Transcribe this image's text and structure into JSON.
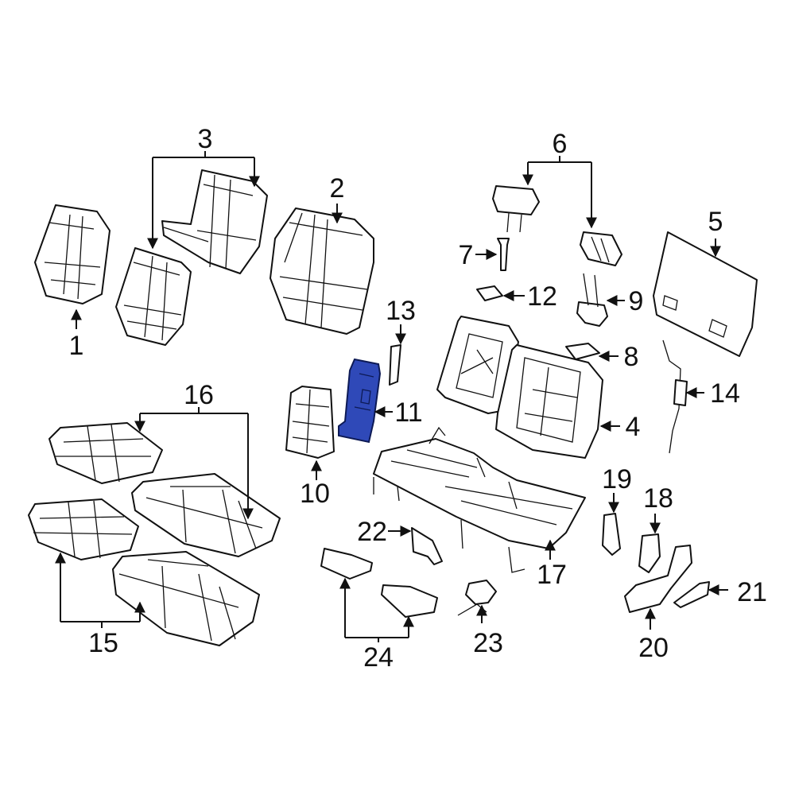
{
  "diagram": {
    "colors": {
      "line": "#111111",
      "highlight": "#2f49b8",
      "background": "#ffffff"
    },
    "callouts": [
      {
        "id": "1",
        "label": "1"
      },
      {
        "id": "2",
        "label": "2"
      },
      {
        "id": "3",
        "label": "3"
      },
      {
        "id": "4",
        "label": "4"
      },
      {
        "id": "5",
        "label": "5"
      },
      {
        "id": "6",
        "label": "6"
      },
      {
        "id": "7",
        "label": "7"
      },
      {
        "id": "8",
        "label": "8"
      },
      {
        "id": "9",
        "label": "9"
      },
      {
        "id": "10",
        "label": "10"
      },
      {
        "id": "11",
        "label": "11"
      },
      {
        "id": "12",
        "label": "12"
      },
      {
        "id": "13",
        "label": "13"
      },
      {
        "id": "14",
        "label": "14"
      },
      {
        "id": "15",
        "label": "15"
      },
      {
        "id": "16",
        "label": "16"
      },
      {
        "id": "17",
        "label": "17"
      },
      {
        "id": "18",
        "label": "18"
      },
      {
        "id": "19",
        "label": "19"
      },
      {
        "id": "20",
        "label": "20"
      },
      {
        "id": "21",
        "label": "21"
      },
      {
        "id": "22",
        "label": "22"
      },
      {
        "id": "23",
        "label": "23"
      },
      {
        "id": "24",
        "label": "24"
      }
    ],
    "highlighted_part": "11"
  }
}
